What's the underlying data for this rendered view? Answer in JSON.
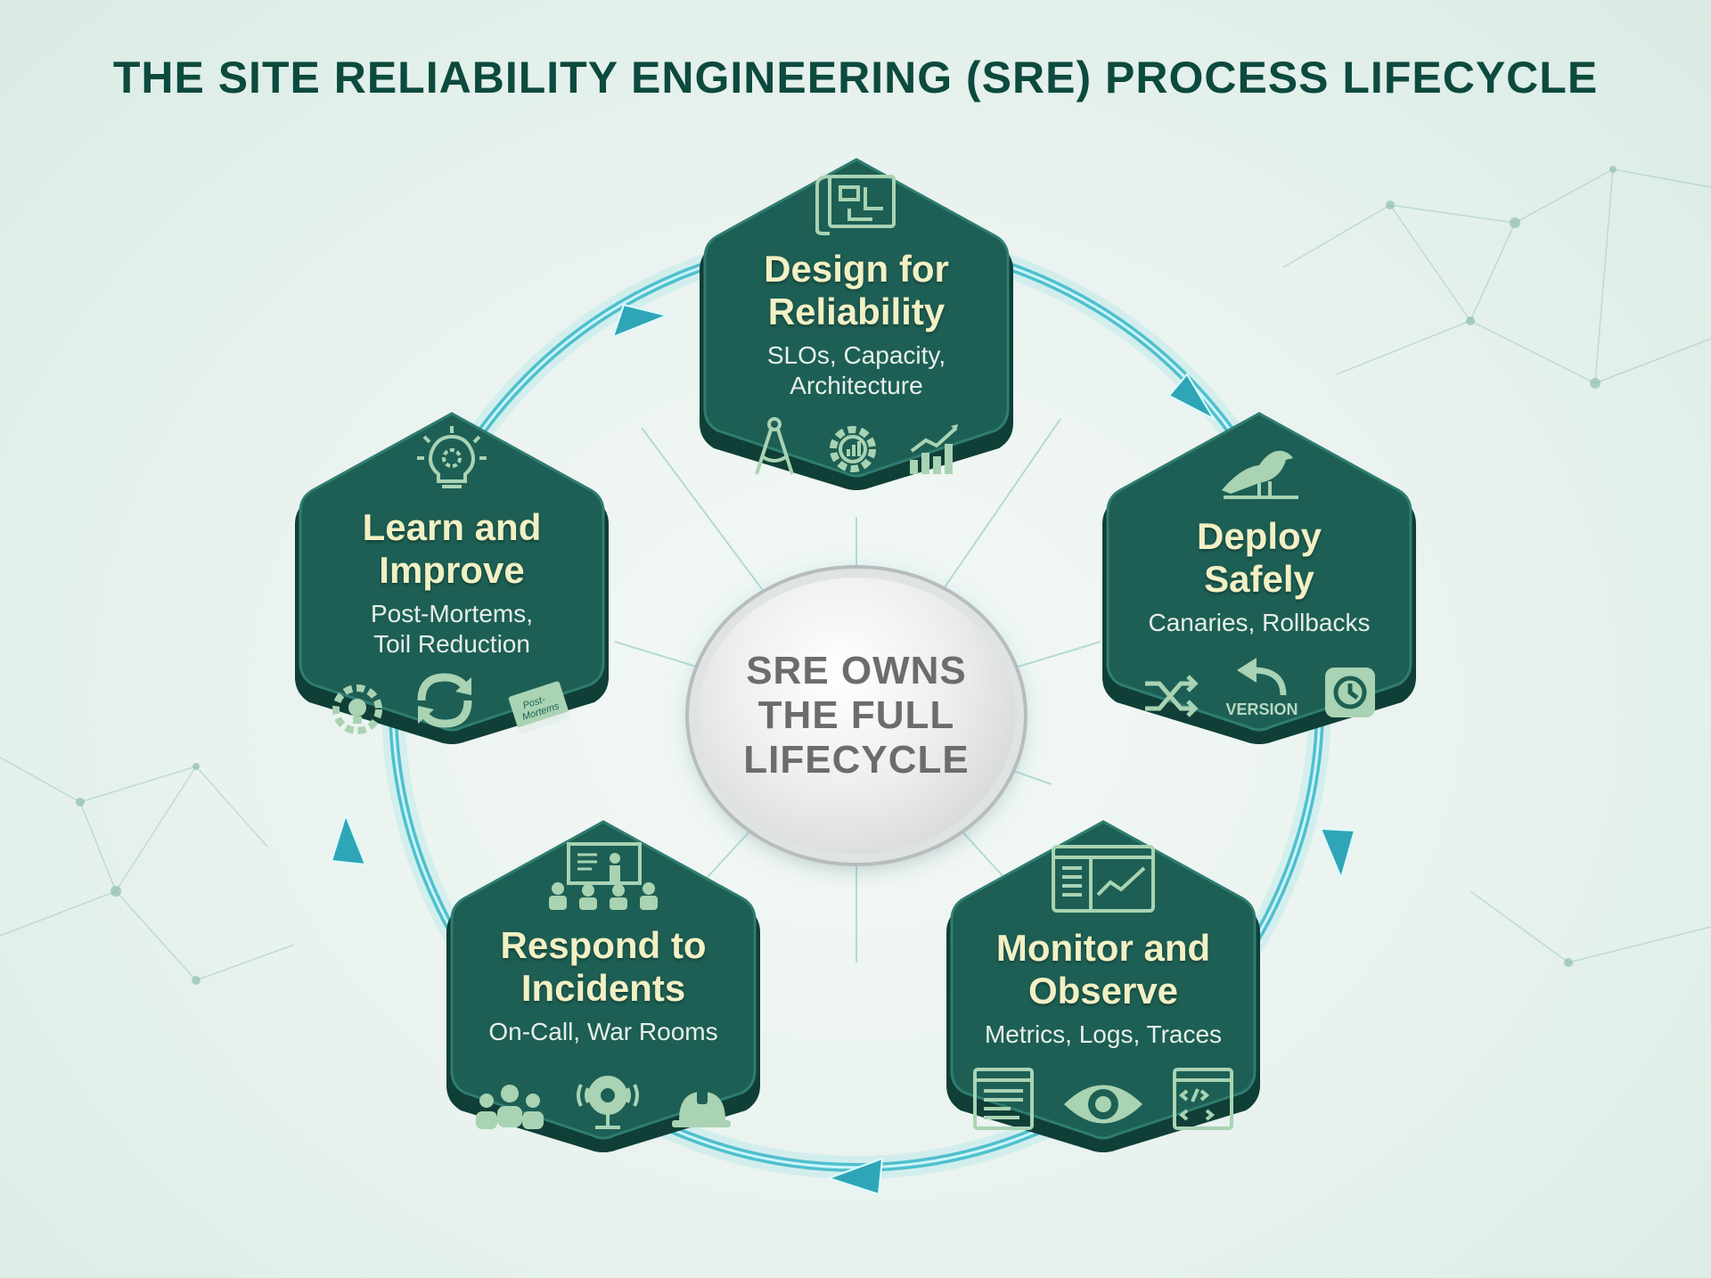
{
  "title": "THE SITE RELIABILITY ENGINEERING (SRE) PROCESS LIFECYCLE",
  "center": {
    "label": "SRE OWNS\nTHE FULL\nLIFECYCLE"
  },
  "colors": {
    "hex_fill": "#1d5f54",
    "hex_edge": "#0f3f37",
    "title": "#0d4a3e",
    "card_title": "#f2f0c4",
    "icon": "#a9d3b3",
    "cycle_glow": "#62d6e2"
  },
  "stages": [
    {
      "id": "design",
      "title_lines": [
        "Design for",
        "Reliability"
      ],
      "subtitle_lines": [
        "SLOs, Capacity,",
        "Architecture"
      ],
      "icons": [
        "blueprint-icon",
        "compass-icon",
        "bar-chart-icon",
        "gear-chart-icon"
      ]
    },
    {
      "id": "deploy",
      "title_lines": [
        "Deploy",
        "Safely"
      ],
      "subtitle_lines": [
        "Canaries, Rollbacks"
      ],
      "icons": [
        "canary-bird-icon",
        "shuffle-icon",
        "undo-arrow-icon",
        "history-icon"
      ],
      "icon_label": "VERSION"
    },
    {
      "id": "monitor",
      "title_lines": [
        "Monitor and",
        "Observe"
      ],
      "subtitle_lines": [
        "Metrics, Logs, Traces"
      ],
      "icons": [
        "dashboard-icon",
        "log-file-icon",
        "eye-icon",
        "code-file-icon"
      ]
    },
    {
      "id": "respond",
      "title_lines": [
        "Respond to",
        "Incidents"
      ],
      "subtitle_lines": [
        "On-Call, War Rooms"
      ],
      "icons": [
        "war-room-icon",
        "team-icon",
        "alarm-bell-icon",
        "helmet-icon"
      ]
    },
    {
      "id": "learn",
      "title_lines": [
        "Learn and",
        "Improve"
      ],
      "subtitle_lines": [
        "Post-Mortems,",
        "Toil Reduction"
      ],
      "icons": [
        "lightbulb-gear-icon",
        "bulb-gear-icon",
        "refresh-cycle-icon",
        "book-icon"
      ],
      "book_label_lines": [
        "Post-",
        "Mortems"
      ]
    }
  ]
}
